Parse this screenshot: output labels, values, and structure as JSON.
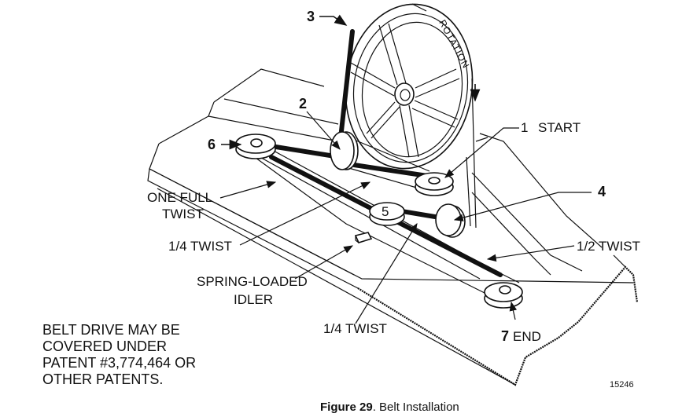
{
  "figure": {
    "number_label": "Figure 29",
    "title": ". Belt Installation",
    "drawing_id": "15246"
  },
  "callouts": {
    "n1": "1",
    "start": "START",
    "n2": "2",
    "n3": "3",
    "n4": "4",
    "n5": "5",
    "n6": "6",
    "n7": "7",
    "end": "END",
    "rotation": "ROTATION",
    "one_full_twist_line1": "ONE FULL",
    "one_full_twist_line2": "TWIST",
    "quarter_twist_left": "1/4 TWIST",
    "quarter_twist_bottom": "1/4 TWIST",
    "half_twist": "1/2 TWIST",
    "idler_line1": "SPRING-LOADED",
    "idler_line2": "IDLER"
  },
  "patent_note": {
    "lines": [
      "BELT DRIVE MAY BE",
      "COVERED UNDER",
      "PATENT #3,774,464 OR",
      "OTHER PATENTS."
    ]
  }
}
